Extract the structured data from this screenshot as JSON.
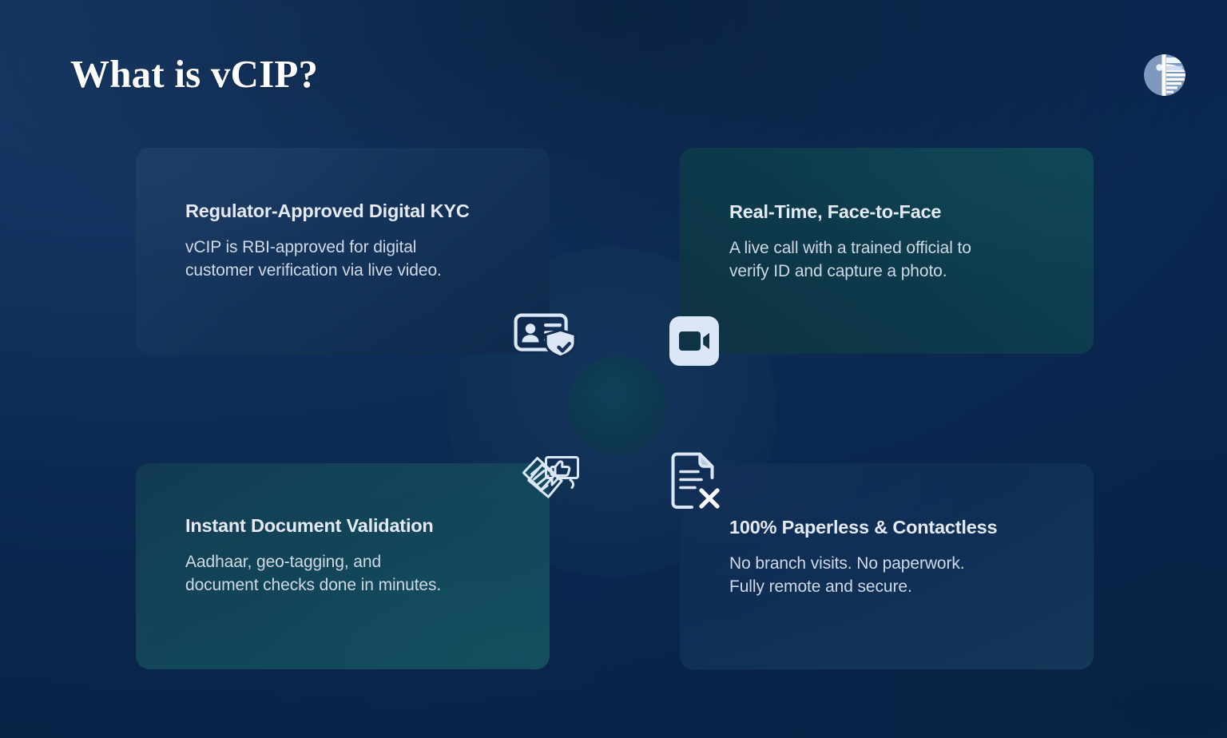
{
  "page": {
    "title": "What is vCIP?",
    "background_color": "#0b2a54",
    "accent_navy": "#143461",
    "accent_teal": "#0d3c50",
    "text_primary": "#e3eaf3",
    "text_secondary": "#cfd9e5"
  },
  "brand": {
    "logo_name": "circle-page-logo",
    "logo_color_light": "#e8eef8",
    "logo_color_muted": "#8aa3c6"
  },
  "hub": {
    "center_circle_color": "#0d3850",
    "halo_color": "#14365c"
  },
  "cards": [
    {
      "id": "kyc",
      "title": "Regulator-Approved Digital KYC",
      "description": "vCIP is RBI-approved for digital\ncustomer verification via live video.",
      "theme": "navy",
      "icon_name": "id-card-shield-check-icon"
    },
    {
      "id": "live",
      "title": "Real-Time, Face-to-Face",
      "description": "A live call with a trained official to\nverify ID and capture a photo.",
      "theme": "teal",
      "icon_name": "video-camera-icon"
    },
    {
      "id": "doc",
      "title": "Instant Document Validation",
      "description": "Aadhaar, geo-tagging, and\ndocument checks done in minutes.",
      "theme": "teal-navy",
      "icon_name": "documents-thumbs-up-icon"
    },
    {
      "id": "paperless",
      "title": "100% Paperless & Contactless",
      "description": "No branch visits. No paperwork.\nFully remote and secure.",
      "theme": "navy",
      "icon_name": "document-x-icon"
    }
  ]
}
